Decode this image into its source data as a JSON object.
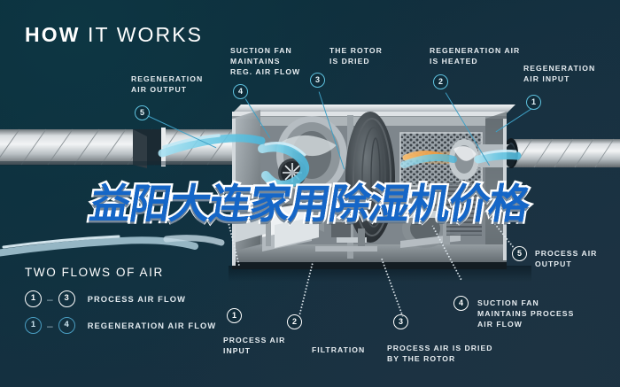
{
  "header": {
    "title_bold": "HOW",
    "title_light": "IT WORKS"
  },
  "overlay": {
    "text": "益阳大连家用除湿机价格"
  },
  "callouts": {
    "regeneration_air_output": {
      "label": "REGENERATION\nAIR OUTPUT",
      "number": "5"
    },
    "suction_fan_reg": {
      "label": "SUCTION FAN\nMAINTAINS\nREG. AIR FLOW",
      "number": "4"
    },
    "rotor_dried": {
      "label": "THE ROTOR\nIS DRIED",
      "number": "3"
    },
    "regeneration_air_heated": {
      "label": "REGENERATION AIR\nIS HEATED",
      "number": "2"
    },
    "regeneration_air_input": {
      "label": "REGENERATION\nAIR INPUT",
      "number": "1"
    },
    "process_air_input": {
      "label": "PROCESS AIR\nINPUT",
      "number": "1"
    },
    "filtration": {
      "label": "FILTRATION",
      "number": "2"
    },
    "process_air_dried": {
      "label": "PROCESS AIR IS DRIED\nBY THE ROTOR",
      "number": "3"
    },
    "suction_fan_process": {
      "label": "SUCTION FAN\nMAINTAINS PROCESS\nAIR FLOW",
      "number": "4"
    },
    "process_air_output": {
      "label": "PROCESS AIR\nOUTPUT",
      "number": "5"
    }
  },
  "legend": {
    "title": "TWO FLOWS OF AIR",
    "rows": [
      {
        "from": "1",
        "dash": "–",
        "to": "3",
        "text": "PROCESS AIR FLOW"
      },
      {
        "from": "1",
        "dash": "–",
        "to": "4",
        "text": "REGENERATION AIR FLOW"
      }
    ]
  },
  "colors": {
    "bg_top_left": "#0b2c38",
    "bg_bottom_right": "#1b3141",
    "accent_blue": "#3e9fc4",
    "airflow_blue": "#7fd3ea",
    "heat_orange": "#e8923a",
    "overlay_blue": "#1566c7",
    "text_white": "#e8eef2"
  }
}
